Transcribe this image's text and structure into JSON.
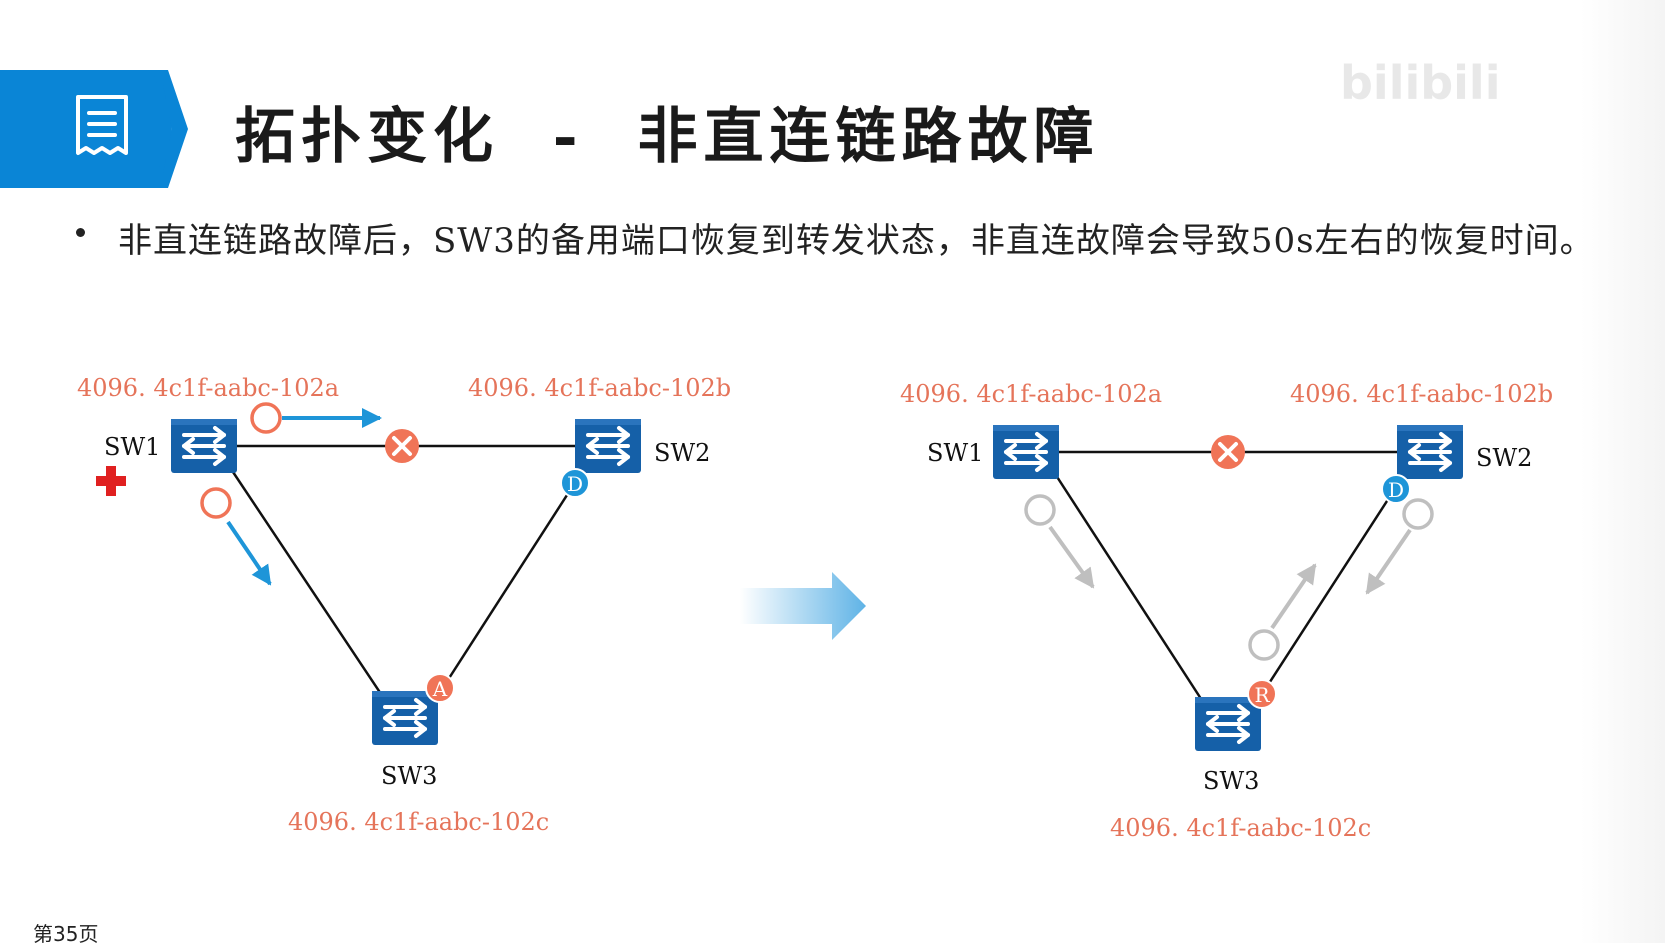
{
  "slide": {
    "title": "拓扑变化  -  非直连链路故障",
    "page_number": "第35页",
    "watermark": "bilibili",
    "bullet": "非直连链路故障后，SW3的备用端口恢复到转发状态，非直连故障会导致50s左右的恢复时间。",
    "colors": {
      "accent_blue": "#0a85d6",
      "switch_blue": "#1560a8",
      "mac_text": "#e5745a",
      "fault_red": "#f07457",
      "port_designated": "#1e95d8",
      "port_alternate": "#f07457",
      "gray_flow": "#bfbfbf"
    }
  },
  "diagram_before": {
    "switches": [
      {
        "name": "SW1",
        "mac": "4096. 4c1f-aabc-102a"
      },
      {
        "name": "SW2",
        "mac": "4096. 4c1f-aabc-102b"
      },
      {
        "name": "SW3",
        "mac": "4096. 4c1f-aabc-102c"
      }
    ],
    "ports": {
      "sw2_port": "D",
      "sw3_port": "A"
    }
  },
  "diagram_after": {
    "switches": [
      {
        "name": "SW1",
        "mac": "4096. 4c1f-aabc-102a"
      },
      {
        "name": "SW2",
        "mac": "4096. 4c1f-aabc-102b"
      },
      {
        "name": "SW3",
        "mac": "4096. 4c1f-aabc-102c"
      }
    ],
    "ports": {
      "sw2_port": "D",
      "sw3_port": "R"
    }
  },
  "icons": {
    "title_icon": "document-icon",
    "fault_icon": "fault-x-icon",
    "root_icon": "red-cross-icon",
    "transition_arrow": "right-arrow-icon"
  }
}
